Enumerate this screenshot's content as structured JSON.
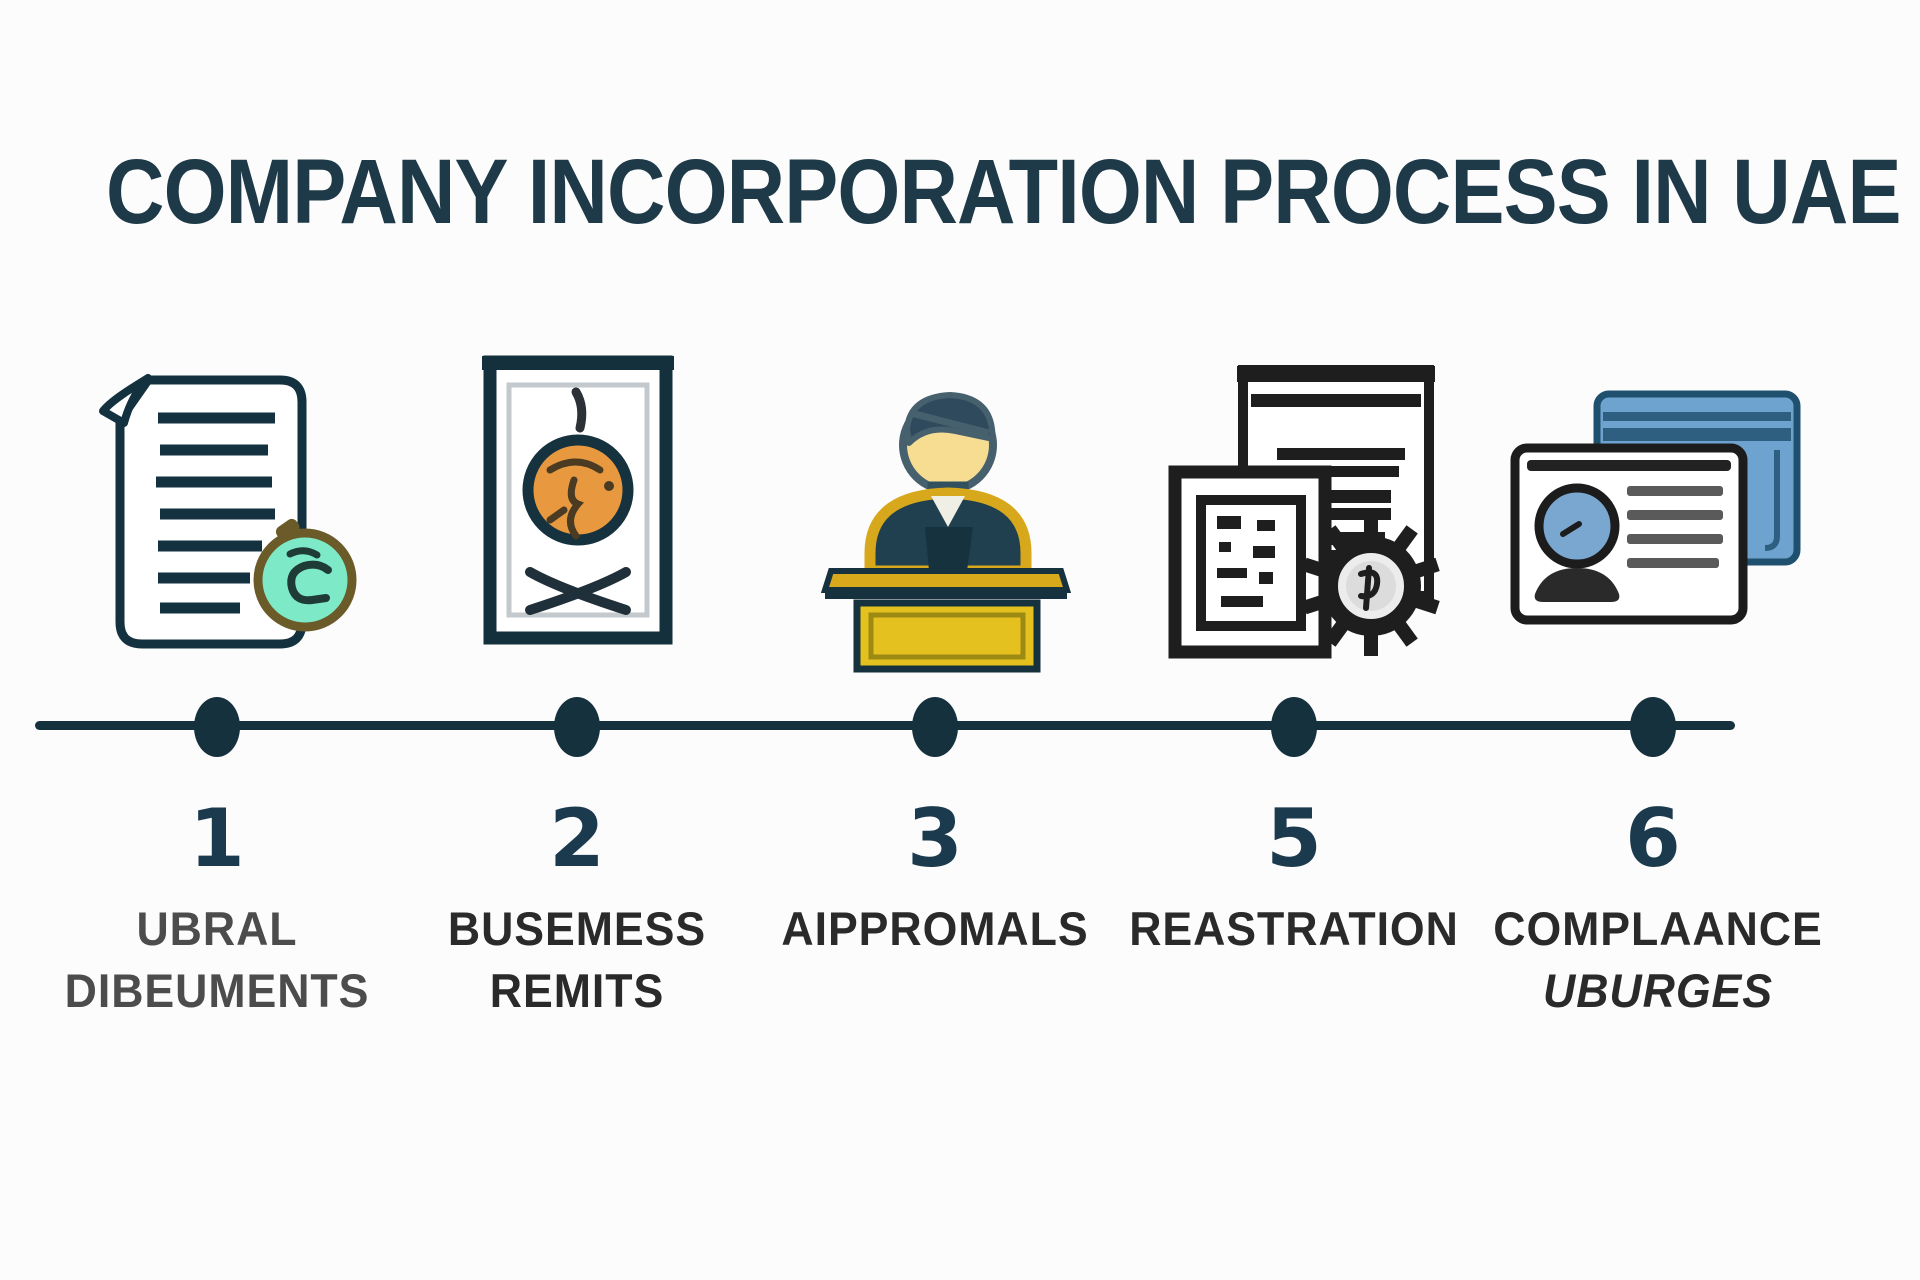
{
  "title": "COMPANY INCORPORATION PROCESS IN UAE",
  "colors": {
    "title_navy": "#1e3948",
    "timeline_navy": "#16313e",
    "number_navy": "#1c3a4e",
    "label_gray": "#4c4c4c",
    "label_dark": "#2a2a2a",
    "badge_teal": "#7ee9c6",
    "badge_rim_olive": "#6a5b28",
    "seal_orange": "#e8993f",
    "podium_gold": "#e5c11f",
    "suit_navy": "#20404f",
    "face_cream": "#f6dd92",
    "ink_black": "#1e1e1e",
    "card_blue": "#6fa3cf",
    "card_blue_dark": "#2e5f80"
  },
  "timeline": {
    "steps": [
      {
        "number": "1",
        "icon": "document-clock-icon",
        "label_line1": "UBRAL",
        "label_line2": "DIBEUMENTS"
      },
      {
        "number": "2",
        "icon": "certificate-seal-icon",
        "label_line1": "BUSEMESS",
        "label_line2": "REMITS"
      },
      {
        "number": "3",
        "icon": "approval-podium-icon",
        "label_line1": "AIPPROMALS",
        "label_line2": ""
      },
      {
        "number": "5",
        "icon": "registration-documents-gear-icon",
        "label_line1": "REASTRATION",
        "label_line2": ""
      },
      {
        "number": "6",
        "icon": "id-cards-icon",
        "label_line1": "COMPLAANCE",
        "label_line2": "UBURGES"
      }
    ]
  }
}
